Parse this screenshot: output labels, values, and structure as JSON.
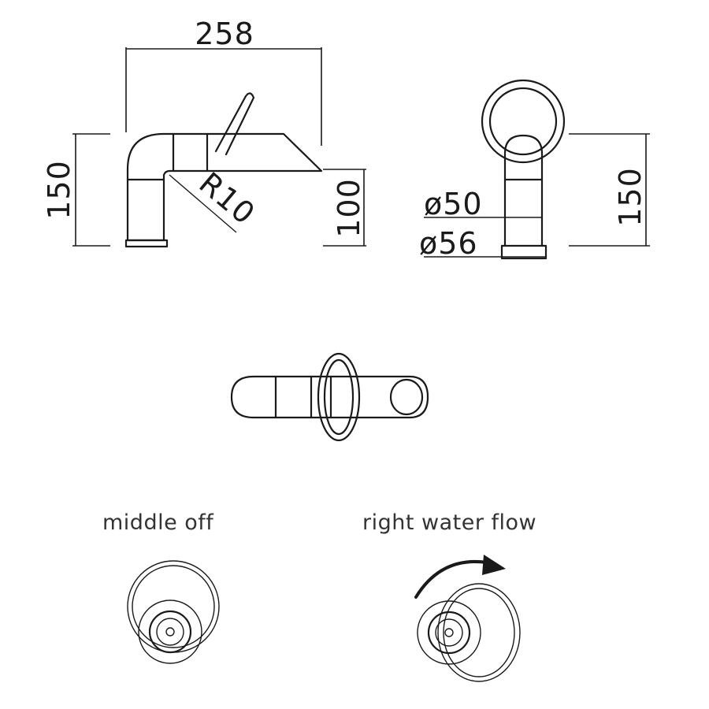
{
  "dimensions": {
    "width": "258",
    "height_left": "150",
    "height_spout": "100",
    "radius": "R10",
    "diameter_inner": "ø50",
    "diameter_outer": "ø56",
    "height_right": "150"
  },
  "labels": {
    "middle_off": "middle off",
    "right_water_flow": "right water flow"
  }
}
